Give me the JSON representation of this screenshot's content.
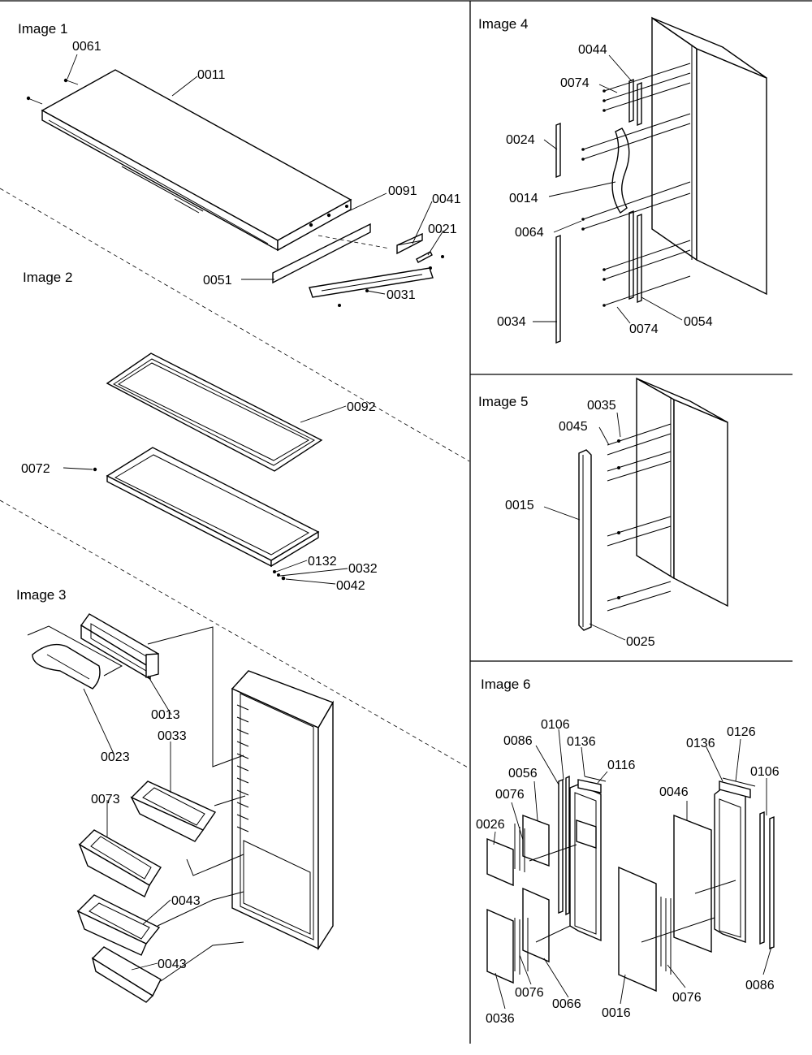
{
  "panels": {
    "image1": {
      "title": "Image 1",
      "labels": [
        "0061",
        "0011",
        "0091",
        "0041",
        "0021",
        "0051",
        "0031"
      ]
    },
    "image2": {
      "title": "Image 2",
      "labels": [
        "0092",
        "0072",
        "0132",
        "0032",
        "0042"
      ]
    },
    "image3": {
      "title": "Image 3",
      "labels": [
        "0013",
        "0023",
        "0033",
        "0073",
        "0043",
        "0043"
      ]
    },
    "image4": {
      "title": "Image 4",
      "labels": [
        "0044",
        "0074",
        "0024",
        "0014",
        "0064",
        "0034",
        "0074",
        "0054"
      ]
    },
    "image5": {
      "title": "Image 5",
      "labels": [
        "0035",
        "0045",
        "0015",
        "0025"
      ]
    },
    "image6": {
      "title": "Image 6",
      "labels": [
        "0106",
        "0086",
        "0136",
        "0116",
        "0056",
        "0076",
        "0026",
        "0036",
        "0076",
        "0066",
        "0016",
        "0076",
        "0136",
        "0126",
        "0106",
        "0046",
        "0086"
      ]
    }
  }
}
